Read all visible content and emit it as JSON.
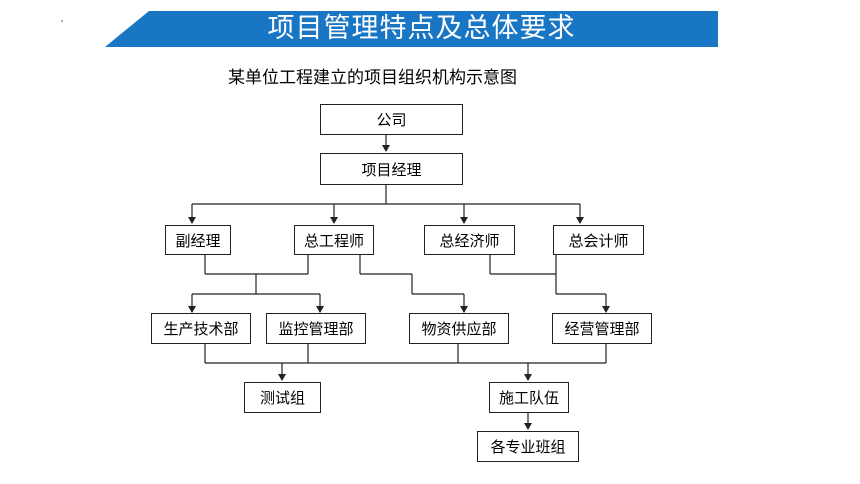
{
  "header": {
    "title": "项目管理特点及总体要求"
  },
  "diagram": {
    "title": "某单位工程建立的项目组织机构示意图",
    "nodes": {
      "company": "公司",
      "pm": "项目经理",
      "deputy": "副经理",
      "chief_engineer": "总工程师",
      "chief_economist": "总经济师",
      "chief_accountant": "总会计师",
      "production": "生产技术部",
      "supervision": "监控管理部",
      "materials": "物资供应部",
      "operations": "经营管理部",
      "testing": "测试组",
      "construction": "施工队伍",
      "teams": "各专业班组"
    }
  }
}
